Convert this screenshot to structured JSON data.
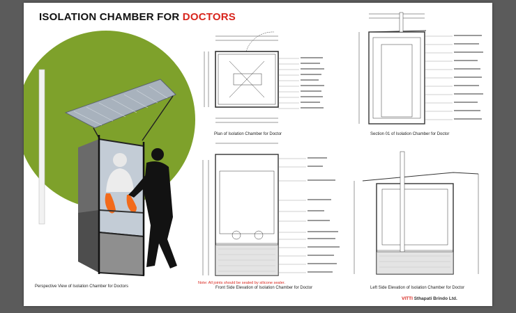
{
  "title": {
    "main": "ISOLATION CHAMBER FOR",
    "accent": "DOCTORS"
  },
  "captions": {
    "perspective": "Perspective View of Isolation Chamber for Doctors",
    "plan": "Plan of Isolation Chamber for Doctor",
    "section": "Section 01 of Isolation Chamber for Doctor",
    "front": "Front Side Elevation of Isolation Chamber for Doctor",
    "left": "Left Side Elevation of Isolation Chamber for Doctor"
  },
  "note": "Note: All joints should be sealed by silicone sealer.",
  "brand": {
    "accent": "VITTI",
    "rest": "Sthapati Brindo Ltd."
  },
  "colors": {
    "accent": "#d8251d",
    "circle": "#7ea12b",
    "glove": "#f26a1b"
  }
}
